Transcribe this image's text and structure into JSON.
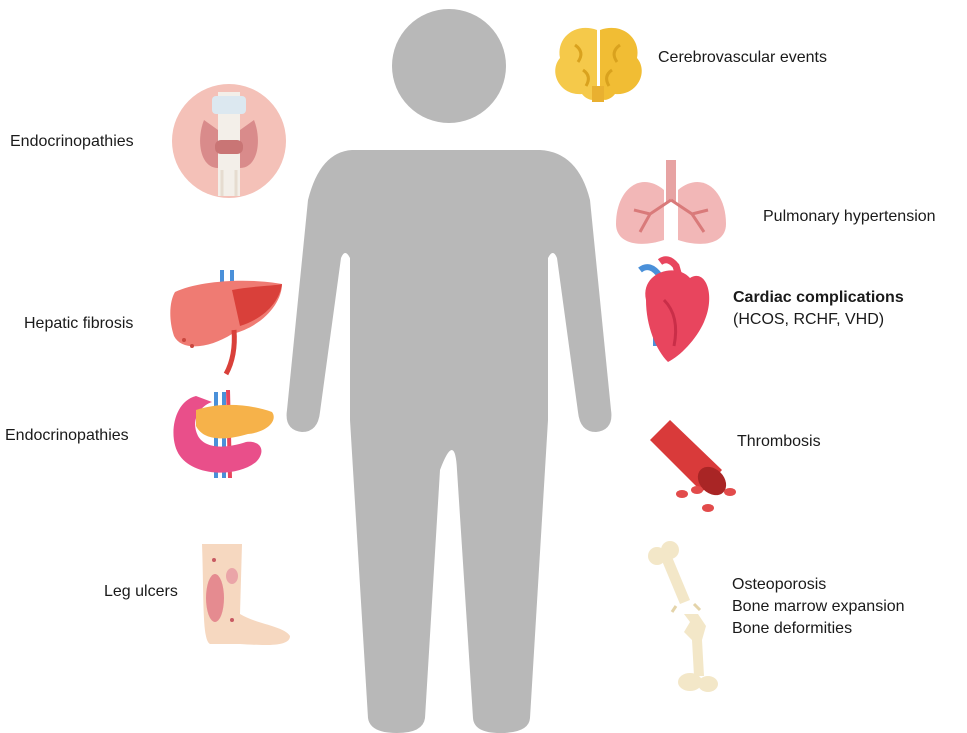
{
  "labels": {
    "cerebrovascular": "Cerebrovascular events",
    "endocrinopathies_top": "Endocrinopathies",
    "pulmonary": "Pulmonary hypertension",
    "cardiac_title": "Cardiac complications",
    "cardiac_detail": "(HCOS, RCHF, VHD)",
    "hepatic": "Hepatic fibrosis",
    "endocrinopathies_bottom": "Endocrinopathies",
    "thrombosis": "Thrombosis",
    "leg_ulcers": "Leg ulcers",
    "bone_lines": [
      "Osteoporosis",
      "Bone marrow expansion",
      "Bone deformities"
    ]
  },
  "icons": {
    "head": "brain-icon",
    "neck": "thyroid-icon",
    "chest": "lungs-icon",
    "heart": "heart-icon",
    "abdomen_upper": "liver-icon",
    "abdomen_lower": "pancreas-icon",
    "vessel": "blood-vessel-icon",
    "leg": "leg-ulcer-icon",
    "bone": "broken-bone-icon"
  },
  "colors": {
    "body_silhouette": "#b8b8b8",
    "brain": "#f5c94a",
    "thyroid_bg": "#f4c1b8",
    "lungs": "#f2b7b7",
    "heart": "#e8455e",
    "liver": "#e8584d",
    "pancreas": "#e94f8a",
    "vessel": "#d93a3a",
    "bone": "#f3e7c8"
  }
}
